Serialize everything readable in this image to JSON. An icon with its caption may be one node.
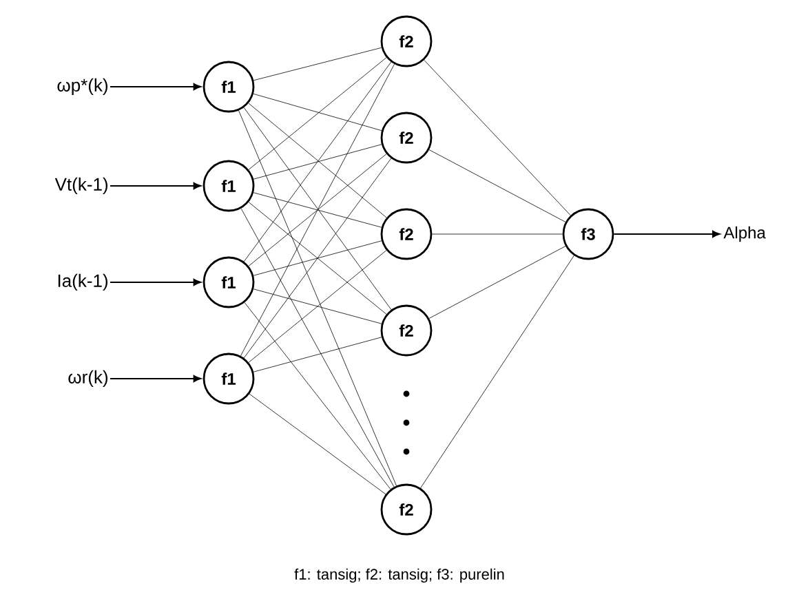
{
  "diagram": {
    "caption": "f1: tansig; f2: tansig; f3: purelin",
    "nodes": [
      {
        "text": [
          "ωp*(k)"
        ]
      },
      {
        "text": [
          "Vt(k-1)"
        ]
      },
      {
        "text": [
          "Ia(k-1)"
        ]
      },
      {
        "text": [
          "ωr(k)"
        ]
      },
      {
        "text": [
          "f1"
        ]
      },
      {
        "text": [
          "f1"
        ]
      },
      {
        "text": [
          "f1"
        ]
      },
      {
        "text": [
          "f1"
        ]
      },
      {
        "text": [
          "f2"
        ]
      },
      {
        "text": [
          "f2"
        ]
      },
      {
        "text": [
          "f2"
        ]
      },
      {
        "text": [
          "f2"
        ]
      },
      {
        "text": [
          "f2"
        ]
      },
      {
        "text": [
          "f3"
        ]
      },
      {
        "text": [
          "Alpha"
        ]
      }
    ],
    "edges": [
      {
        "from": 0,
        "to": 4,
        "arrow": "to"
      },
      {
        "from": 1,
        "to": 5,
        "arrow": "to"
      },
      {
        "from": 2,
        "to": 6,
        "arrow": "to"
      },
      {
        "from": 3,
        "to": 7,
        "arrow": "to"
      },
      {
        "from": 4,
        "to": 8,
        "arrow": "none"
      },
      {
        "from": 4,
        "to": 9,
        "arrow": "none"
      },
      {
        "from": 4,
        "to": 10,
        "arrow": "none"
      },
      {
        "from": 4,
        "to": 11,
        "arrow": "none"
      },
      {
        "from": 4,
        "to": 12,
        "arrow": "none"
      },
      {
        "from": 5,
        "to": 8,
        "arrow": "none"
      },
      {
        "from": 5,
        "to": 9,
        "arrow": "none"
      },
      {
        "from": 5,
        "to": 10,
        "arrow": "none"
      },
      {
        "from": 5,
        "to": 11,
        "arrow": "none"
      },
      {
        "from": 5,
        "to": 12,
        "arrow": "none"
      },
      {
        "from": 6,
        "to": 8,
        "arrow": "none"
      },
      {
        "from": 6,
        "to": 9,
        "arrow": "none"
      },
      {
        "from": 6,
        "to": 10,
        "arrow": "none"
      },
      {
        "from": 6,
        "to": 11,
        "arrow": "none"
      },
      {
        "from": 6,
        "to": 12,
        "arrow": "none"
      },
      {
        "from": 7,
        "to": 8,
        "arrow": "none"
      },
      {
        "from": 7,
        "to": 9,
        "arrow": "none"
      },
      {
        "from": 7,
        "to": 10,
        "arrow": "none"
      },
      {
        "from": 7,
        "to": 11,
        "arrow": "none"
      },
      {
        "from": 7,
        "to": 12,
        "arrow": "none"
      },
      {
        "from": 8,
        "to": 13,
        "arrow": "none"
      },
      {
        "from": 9,
        "to": 13,
        "arrow": "none"
      },
      {
        "from": 10,
        "to": 13,
        "arrow": "none"
      },
      {
        "from": 11,
        "to": 13,
        "arrow": "none"
      },
      {
        "from": 12,
        "to": 13,
        "arrow": "none"
      },
      {
        "from": 13,
        "to": 14,
        "arrow": "to"
      }
    ]
  }
}
